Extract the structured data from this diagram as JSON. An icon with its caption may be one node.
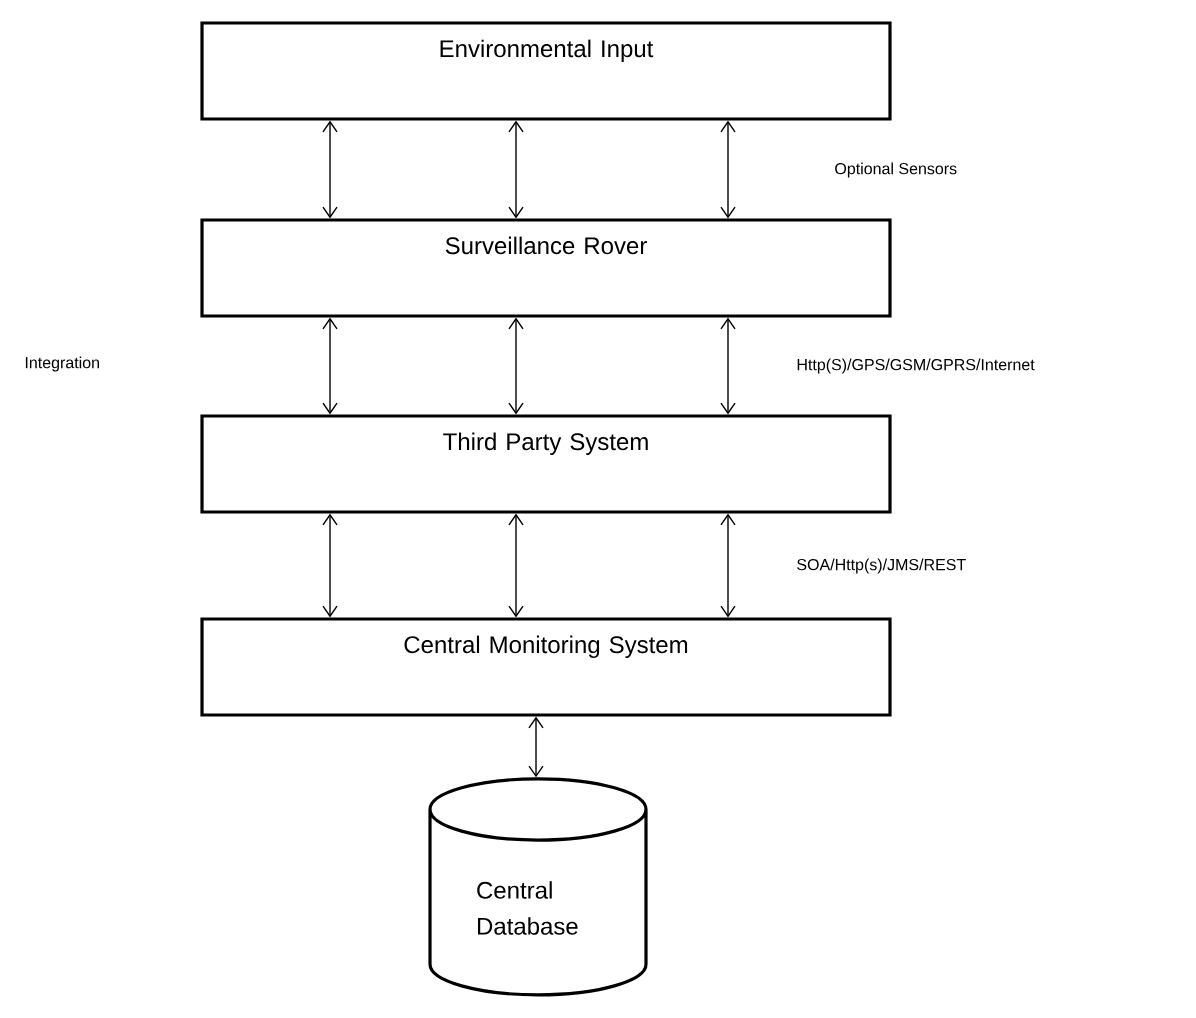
{
  "diagram": {
    "nodes": [
      {
        "text": [
          "Environmental Input"
        ]
      },
      {
        "text": [
          "Surveillance Rover"
        ]
      },
      {
        "text": [
          "Third Party System"
        ]
      },
      {
        "text": [
          "Central Monitoring System"
        ]
      },
      {
        "text": [
          "Central Database"
        ]
      }
    ],
    "edges": [
      {
        "from": 0,
        "to": 1,
        "arrow": "both"
      },
      {
        "from": 0,
        "to": 1,
        "arrow": "both"
      },
      {
        "from": 0,
        "to": 1,
        "arrow": "both"
      },
      {
        "from": 1,
        "to": 2,
        "arrow": "both"
      },
      {
        "from": 1,
        "to": 2,
        "arrow": "both"
      },
      {
        "from": 1,
        "to": 2,
        "arrow": "both"
      },
      {
        "from": 2,
        "to": 3,
        "arrow": "both"
      },
      {
        "from": 2,
        "to": 3,
        "arrow": "both"
      },
      {
        "from": 2,
        "to": 3,
        "arrow": "both"
      },
      {
        "from": 3,
        "to": 4,
        "arrow": "both"
      }
    ],
    "labels": [
      "Optional Sensors",
      "Integration",
      "Http(S)/GPS/GSM/GPRS/Internet",
      "SOA/Http(s)/JMS/REST"
    ]
  }
}
